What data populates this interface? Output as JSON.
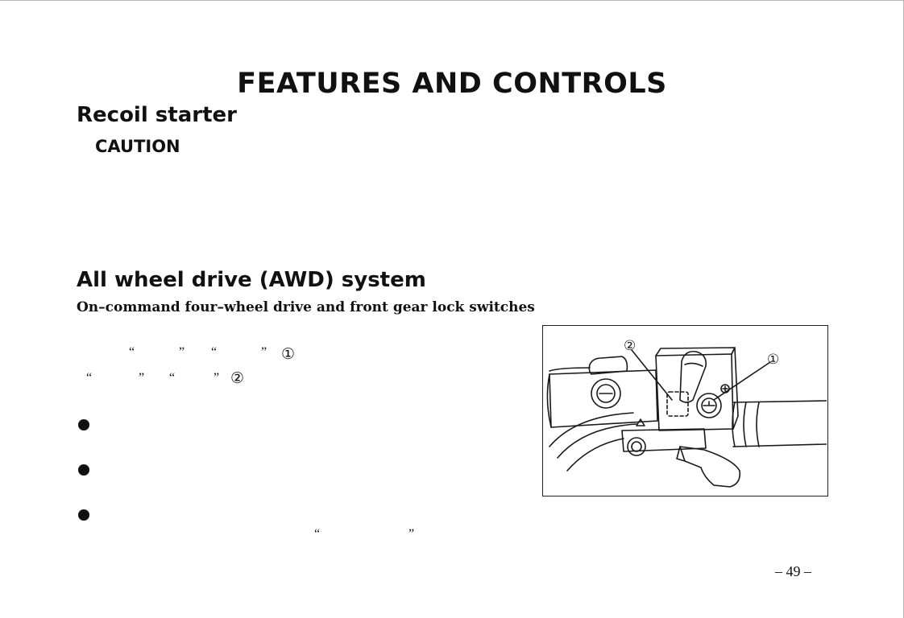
{
  "page": {
    "title": "FEATURES AND CONTROLS",
    "page_number": "– 49 –"
  },
  "recoil": {
    "heading": "Recoil starter",
    "caution_label": "CAUTION"
  },
  "awd": {
    "heading": "All wheel drive (AWD) system",
    "subheading": "On–command four–wheel drive and front gear lock switches",
    "marks": {
      "open_quote": "“",
      "close_quote": "”",
      "ref_1": "①",
      "ref_2": "②"
    }
  },
  "figure": {
    "callout_1": "①",
    "callout_2": "②",
    "icon": "handlebar-switch-illustration"
  }
}
